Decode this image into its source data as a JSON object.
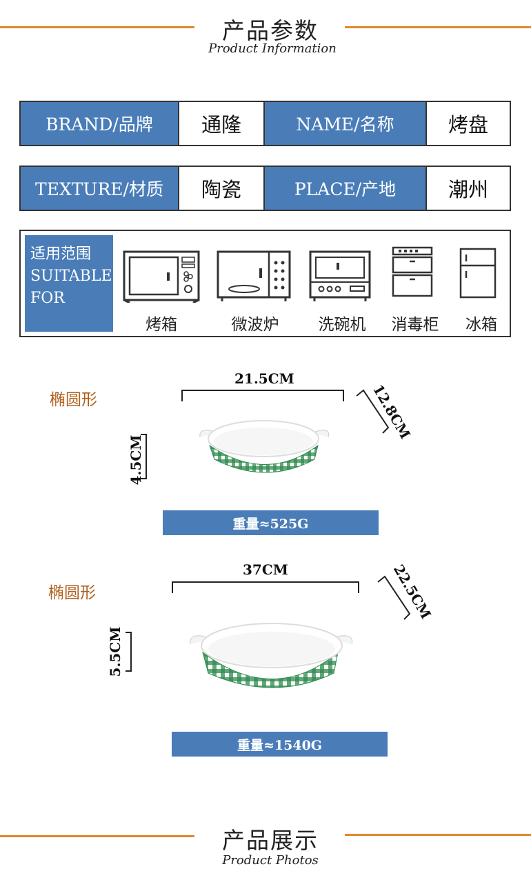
{
  "header1": {
    "title": "产品参数",
    "subtitle": "Product Information"
  },
  "params": {
    "row1": [
      {
        "label": "BRAND/品牌",
        "value": "通隆"
      },
      {
        "label": "NAME/名称",
        "value": "烤盘"
      }
    ],
    "row2": [
      {
        "label": "TEXTURE/材质",
        "value": "陶瓷"
      },
      {
        "label": "PLACE/产地",
        "value": "潮州"
      }
    ]
  },
  "suitable": {
    "label_cn": "适用范围",
    "label_en1": "SUITABLE",
    "label_en2": "FOR",
    "items": [
      {
        "name": "烤箱",
        "icon": "oven-icon"
      },
      {
        "name": "微波炉",
        "icon": "microwave-icon"
      },
      {
        "name": "洗碗机",
        "icon": "dishwasher-icon"
      },
      {
        "name": "消毒柜",
        "icon": "sterilizer-cabinet-icon"
      },
      {
        "name": "冰箱",
        "icon": "refrigerator-icon"
      }
    ]
  },
  "products": [
    {
      "shape": "椭圆形",
      "length": "21.5CM",
      "width": "12.8CM",
      "height": "4.5CM",
      "weight": "重量≈525G",
      "pattern_color": "#2f8a4e"
    },
    {
      "shape": "椭圆形",
      "length": "37CM",
      "width": "22.5CM",
      "height": "5.5CM",
      "weight": "重量≈1540G",
      "pattern_color": "#2f8a4e"
    }
  ],
  "header2": {
    "title": "产品展示",
    "subtitle": "Product Photos"
  },
  "colors": {
    "accent_line": "#e0862c",
    "label_blue": "#4a7db8",
    "shape_text": "#b0601e"
  }
}
